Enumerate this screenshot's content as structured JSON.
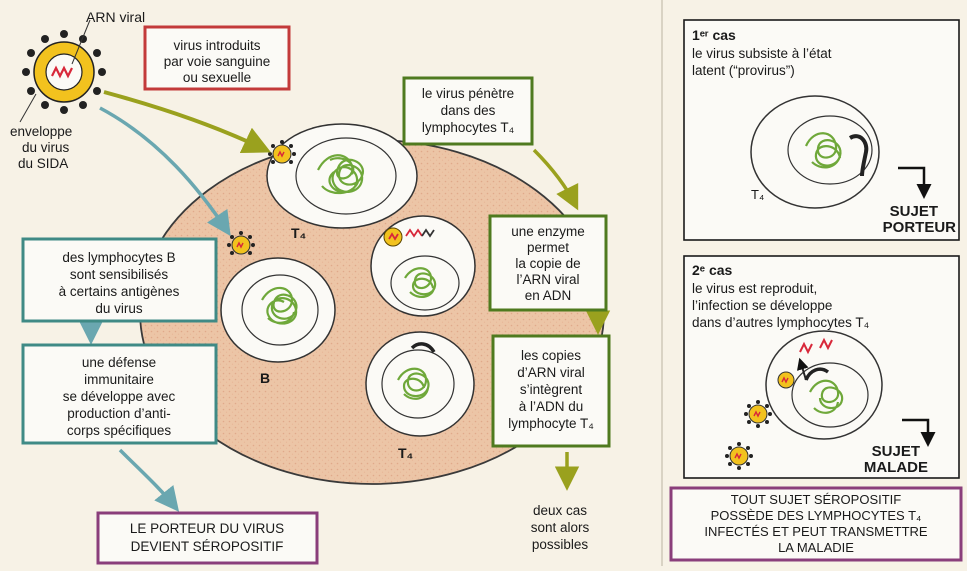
{
  "virus_labels": {
    "arn_viral": "ARN viral",
    "enveloppe": [
      "enveloppe",
      "du virus",
      "du SIDA"
    ]
  },
  "boxes": {
    "introduits": [
      "virus introduits",
      "par voie sanguine",
      "ou sexuelle"
    ],
    "penetre": [
      "le virus pénètre",
      "dans des",
      "lymphocytes T₄"
    ],
    "enzyme": [
      "une enzyme",
      "permet",
      "la copie de",
      "l’ARN viral",
      "en ADN"
    ],
    "copies": [
      "les copies",
      "d’ARN viral",
      "s’intègrent",
      "à l’ADN du",
      "lymphocyte T₄"
    ],
    "lymphocytes_b": [
      "des lymphocytes B",
      "sont sensibilisés",
      "à certains antigènes",
      "du virus"
    ],
    "defense": [
      "une défense",
      "immunitaire",
      "se développe avec",
      "production d’anti-",
      "corps spécifiques"
    ],
    "porteur": [
      "LE PORTEUR DU VIRUS",
      "DEVIENT SÉROPOSITIF"
    ],
    "conclusion": [
      "TOUT SUJET SÉROPOSITIF",
      "POSSÈDE DES LYMPHOCYTES T₄",
      "INFECTÉS ET PEUT TRANSMETTRE",
      "LA MALADIE"
    ]
  },
  "cell_labels": {
    "t4_top": "T₄",
    "b": "B",
    "t4_bottom": "T₄"
  },
  "deux_cas": [
    "deux cas",
    "sont alors",
    "possibles"
  ],
  "case1": {
    "title": "1ᵉʳ cas",
    "text": [
      "le virus subsiste à l’état",
      "latent (“provirus”)"
    ],
    "cell_label": "T₄",
    "result": [
      "SUJET",
      "PORTEUR"
    ]
  },
  "case2": {
    "title": "2ᵉ cas",
    "text": [
      "le virus est reproduit,",
      "l’infection se développe",
      "dans d’autres lymphocytes T₄"
    ],
    "result": [
      "SUJET",
      "MALADE"
    ]
  },
  "colors": {
    "background": "#f7f2e6",
    "big_cell": "#ecc5a6",
    "chromatin": "#6fa83a",
    "box_teal": "#3f8a85",
    "box_green": "#4f7a1f",
    "box_red": "#c33a3a",
    "box_purple": "#8a3e7b",
    "arrow_olive": "#9aa11e",
    "arrow_teal": "#6aa7b0",
    "virus_yellow": "#f2c21e",
    "rna_red": "#d8283a"
  }
}
